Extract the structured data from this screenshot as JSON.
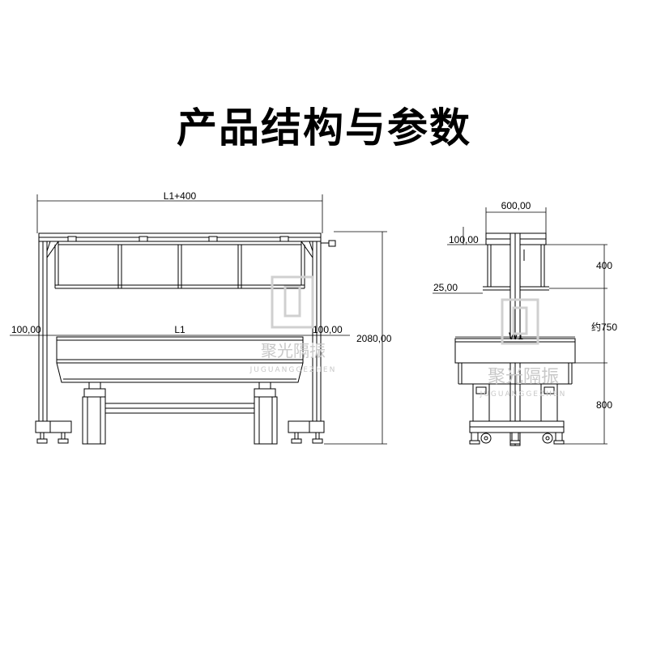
{
  "title": "产品结构与参数",
  "front_view": {
    "overall_width": "L1+400",
    "table_length": "L1",
    "left_clearance": "100,00",
    "right_clearance": "100,00",
    "overall_height": "2080,00"
  },
  "side_view": {
    "top_width": "600,00",
    "top_beam": "100,00",
    "shelf_offset": "25,00",
    "upper_height": "400",
    "middle_height": "约750",
    "table_width": "W1",
    "table_height": "800"
  },
  "watermark": {
    "front_cn": "聚光隔振",
    "front_en": "JUGUANGGEZHEN",
    "side_cn": "聚光隔振",
    "side_en": "JUGUANGGEZHEN"
  }
}
